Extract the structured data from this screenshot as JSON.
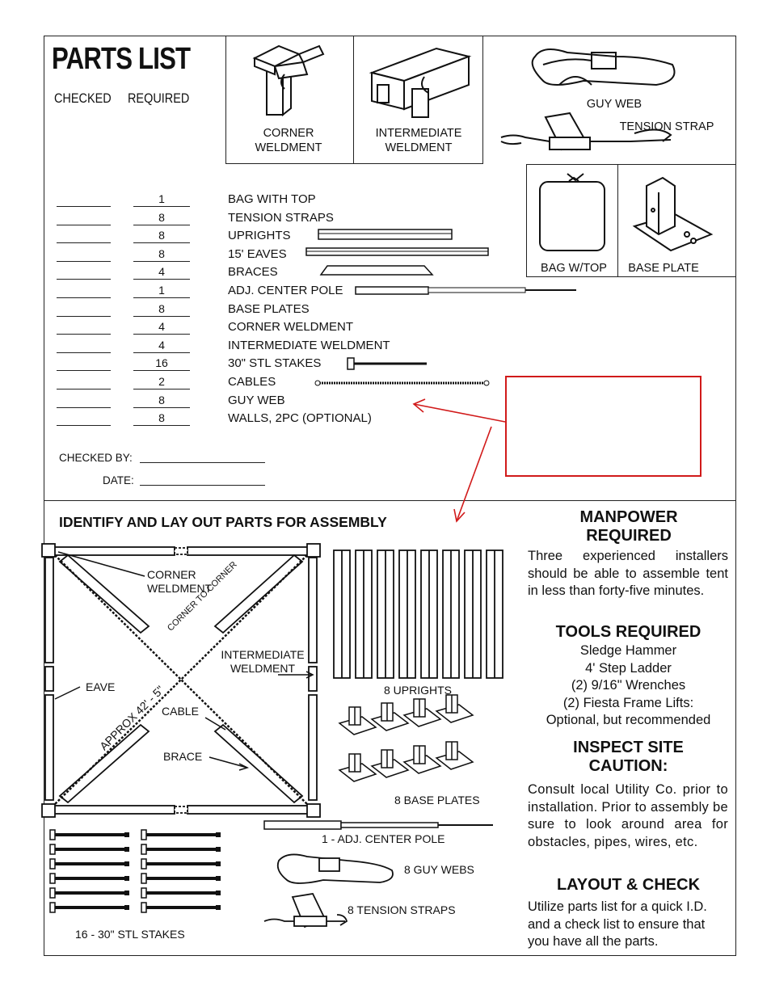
{
  "parts_list": {
    "title": "PARTS LIST",
    "col_checked": "CHECKED",
    "col_required": "REQUIRED",
    "items": [
      {
        "qty": "1",
        "name": "BAG WITH TOP"
      },
      {
        "qty": "8",
        "name": "TENSION STRAPS"
      },
      {
        "qty": "8",
        "name": "UPRIGHTS"
      },
      {
        "qty": "8",
        "name": "15' EAVES"
      },
      {
        "qty": "4",
        "name": "BRACES"
      },
      {
        "qty": "1",
        "name": "ADJ. CENTER POLE"
      },
      {
        "qty": "8",
        "name": "BASE PLATES"
      },
      {
        "qty": "4",
        "name": "CORNER WELDMENT"
      },
      {
        "qty": "4",
        "name": "INTERMEDIATE WELDMENT"
      },
      {
        "qty": "16",
        "name": "30\" STL STAKES"
      },
      {
        "qty": "2",
        "name": "CABLES"
      },
      {
        "qty": "8",
        "name": "GUY WEB"
      },
      {
        "qty": "8",
        "name": "WALLS, 2PC (OPTIONAL)"
      }
    ],
    "checked_by_label": "CHECKED BY:",
    "date_label": "DATE:"
  },
  "figures": {
    "corner_weldment": "CORNER WELDMENT",
    "intermediate_weldment": "INTERMEDIATE WELDMENT",
    "guy_web": "GUY WEB",
    "tension_strap": "TENSION STRAP",
    "bag_w_top": "BAG W/TOP",
    "base_plate": "BASE PLATE"
  },
  "assembly": {
    "heading": "IDENTIFY AND LAY OUT PARTS FOR ASSEMBLY",
    "labels": {
      "corner_weldment": "CORNER WELDMENT",
      "corner_to_corner": "CORNER TO CORNER",
      "intermediate_weldment": "INTERMEDIATE WELDMENT",
      "eave": "EAVE",
      "approx": "APPROX 42' - 5\"",
      "cable": "CABLE",
      "brace": "BRACE",
      "uprights": "8 UPRIGHTS",
      "base_plates": "8 BASE PLATES",
      "center_pole": "1 - ADJ. CENTER POLE",
      "guy_webs": "8 GUY WEBS",
      "tension_straps": "8 TENSION STRAPS",
      "stakes": "16 - 30\" STL STAKES"
    }
  },
  "sidebar": {
    "manpower_title": "MANPOWER REQUIRED",
    "manpower_body": "Three experienced installers should be able to assemble tent in less than forty-five minutes.",
    "tools_title": "TOOLS REQUIRED",
    "tools": [
      "Sledge Hammer",
      "4' Step Ladder",
      "(2) 9/16\" Wrenches",
      "(2) Fiesta Frame Lifts:",
      "Optional, but recommended"
    ],
    "inspect_title": "INSPECT SITE CAUTION:",
    "inspect_body": "Consult local Utility Co. prior to installation. Prior to assembly be sure to look around area for obstacles, pipes, wires, etc.",
    "layout_title": "LAYOUT & CHECK",
    "layout_body": "Utilize parts list for a quick I.D. and a check list to ensure that you have all the parts."
  },
  "colors": {
    "annotation": "#d11a1a",
    "ink": "#111111"
  }
}
